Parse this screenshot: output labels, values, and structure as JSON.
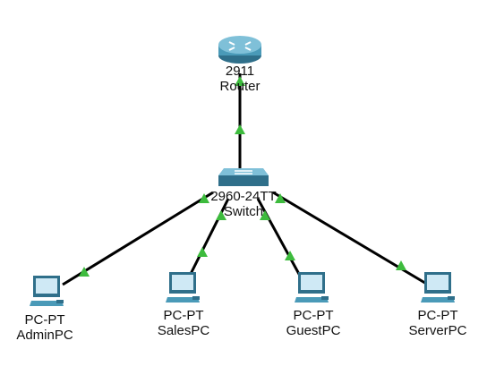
{
  "topology": {
    "router": {
      "model": "2911",
      "name": "Router"
    },
    "switch": {
      "model": "2960-24TT",
      "name": "Switch"
    },
    "pcs": [
      {
        "model": "PC-PT",
        "name": "AdminPC"
      },
      {
        "model": "PC-PT",
        "name": "SalesPC"
      },
      {
        "model": "PC-PT",
        "name": "GuestPC"
      },
      {
        "model": "PC-PT",
        "name": "ServerPC"
      }
    ],
    "links": [
      {
        "from": "Router",
        "to": "Switch",
        "status": "up"
      },
      {
        "from": "Switch",
        "to": "AdminPC",
        "status": "up"
      },
      {
        "from": "Switch",
        "to": "SalesPC",
        "status": "up"
      },
      {
        "from": "Switch",
        "to": "GuestPC",
        "status": "up"
      },
      {
        "from": "Switch",
        "to": "ServerPC",
        "status": "up"
      }
    ]
  },
  "colors": {
    "link": "#000000",
    "link_up_indicator": "#3dbb3d",
    "device_body": "#4a9ab8",
    "device_dark": "#2f6f8a",
    "screen": "#cfe9f5"
  }
}
